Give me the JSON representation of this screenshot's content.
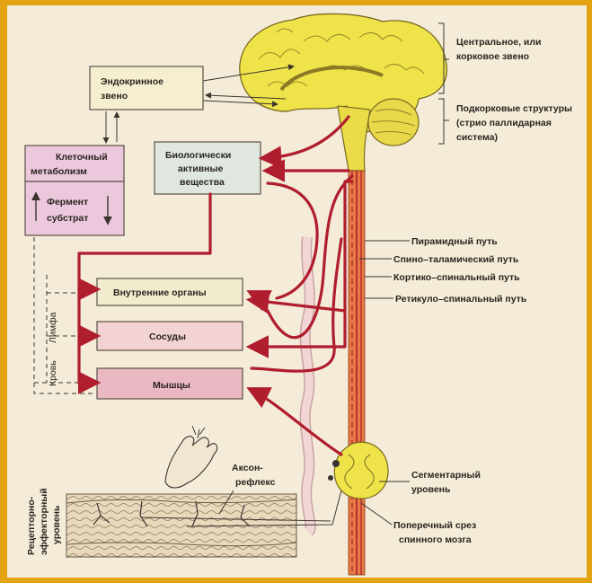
{
  "labels": {
    "endocrine": [
      "Эндокринное",
      "звено"
    ],
    "cell_metabolism": [
      "Клеточный",
      "метаболизм"
    ],
    "enzyme": [
      "Фермент",
      "субстрат"
    ],
    "bioactive": [
      "Биологически",
      "активные",
      "вещества"
    ],
    "internal_organs": "Внутренние органы",
    "vessels": "Сосуды",
    "muscles": "Мышцы",
    "central_link": [
      "Центральное, или",
      "корковое звено"
    ],
    "subcortical": [
      "Подкорковые структуры",
      "(стрио паллидарная",
      "система)"
    ],
    "pyramidal": "Пирамидный путь",
    "spinothalamic": "Спино–таламический путь",
    "corticospinal": "Кортико–спинальный путь",
    "reticulospinal": "Ретикуло–спинальный путь",
    "segmental": [
      "Сегментарный",
      "уровень"
    ],
    "cross_section": [
      "Поперечный срез",
      "спинного мозга"
    ],
    "axon_reflex": [
      "Аксон-",
      "рефлекс"
    ],
    "receptor_level": [
      "Рецепторно-",
      "эффекторный",
      "уровень"
    ],
    "blood": "Кровь",
    "lymph": "Лимфа"
  },
  "colors": {
    "brain": "#efe34a",
    "red_pathway": "#b01d2e",
    "cord": "#e57a44",
    "endocrine_box": "#f6efcf",
    "metabolism_box": "#ecc8dc",
    "bioactive_box": "#dfe7df",
    "organs_box": "#f2eccf",
    "vessels_box": "#f2d2d2",
    "muscles_box": "#eab8c2"
  }
}
